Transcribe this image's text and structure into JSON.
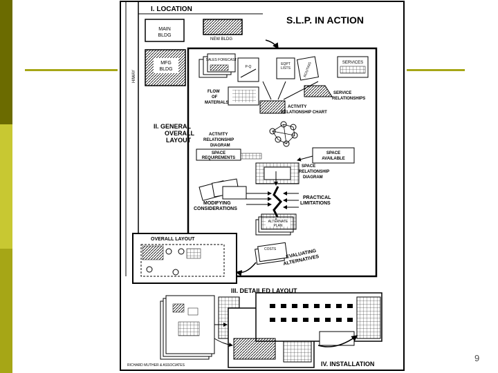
{
  "slide": {
    "page_number": "9",
    "colors": {
      "dark_olive": "#6b6b00",
      "light_olive": "#c8c832",
      "mid_olive": "#a6a616",
      "rule": "#a6a616"
    }
  },
  "diagram": {
    "title": "S.L.P. IN ACTION",
    "section_1": "I. LOCATION",
    "section_2_lines": [
      "II. GENERAL",
      "OVERALL",
      "LAYOUT"
    ],
    "section_3": "III. DETAILED LAYOUT",
    "section_4": "IV. INSTALLATION",
    "bldg_main_lines": [
      "MAIN",
      "BLDG"
    ],
    "bldg_new": "NEW BLDG",
    "bldg_mfg_lines": [
      "MFG",
      "BLDG"
    ],
    "hiway": "HIWAY",
    "sales_forecast": "SALES FORECAST",
    "pq": "P-Q",
    "eqpt_lists_lines": [
      "EQPT",
      "LISTS"
    ],
    "routing": "ROUTING",
    "services": "SERVICES",
    "flow_of_materials_lines": [
      "FLOW",
      "OF",
      "MATERIALS"
    ],
    "service_relationships_lines": [
      "SERVICE",
      "RELATIONSHIPS"
    ],
    "activity_relationship_chart_lines": [
      "ACTIVITY",
      "RELATIONSHIP CHART"
    ],
    "activity_relationship_diagram_lines": [
      "ACTIVITY",
      "RELATIONSHIP",
      "DIAGRAM"
    ],
    "space_requirements_lines": [
      "SPACE",
      "REQUIREMENTS"
    ],
    "space_available_lines": [
      "SPACE",
      "AVAILABLE"
    ],
    "space_relationship_diagram_lines": [
      "SPACE",
      "RELATIONSHIP",
      "DIAGRAM"
    ],
    "modifying_considerations_lines": [
      "MODIFYING",
      "CONSIDERATIONS"
    ],
    "practical_limitations_lines": [
      "PRACTICAL",
      "LIMITATIONS"
    ],
    "alternate_plan_lines": [
      "ALTERNATE",
      "PLAN"
    ],
    "overall_layout": "OVERALL LAYOUT",
    "evaluating_alternatives_lines": [
      "EVALUATING",
      "ALTERNATIVES"
    ],
    "costs": "COSTS",
    "credit": "RICHARD MUTHER & ASSOCIATES"
  }
}
